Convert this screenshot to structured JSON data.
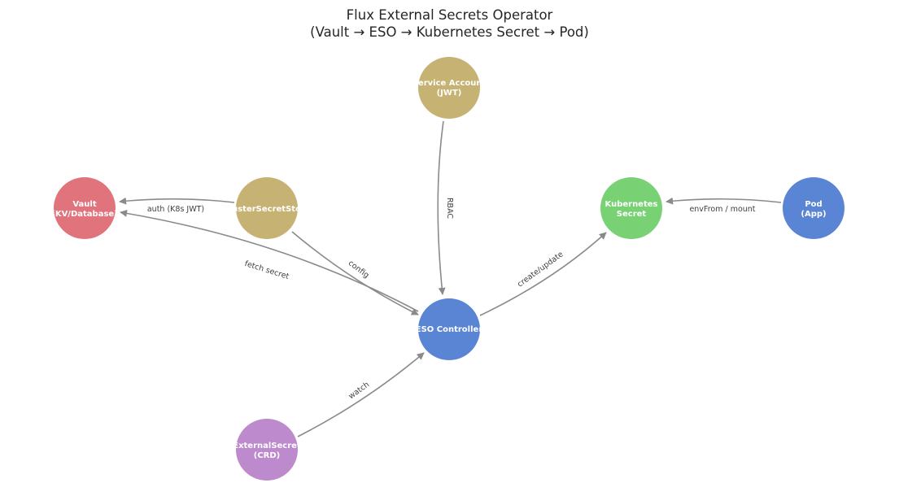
{
  "diagram": {
    "title_line1": "Flux External Secrets Operator",
    "title_line2": "(Vault → ESO → Kubernetes Secret → Pod)",
    "colors": {
      "vault": "#e0737b",
      "store": "#c6b272",
      "service_account": "#c6b272",
      "eso": "#5a84d4",
      "k8s_secret": "#78d173",
      "pod": "#5a84d4",
      "external_secret": "#bc8acd",
      "edge": "#8a8a8a"
    },
    "nodes": {
      "vault": {
        "line1": "Vault",
        "line2": "(KV/Database)"
      },
      "store": {
        "line1": "ClusterSecretStore",
        "line2": ""
      },
      "service_account": {
        "line1": "Service Account",
        "line2": "(JWT)"
      },
      "eso": {
        "line1": "ESO Controller",
        "line2": ""
      },
      "k8s_secret": {
        "line1": "Kubernetes",
        "line2": "Secret"
      },
      "pod": {
        "line1": "Pod",
        "line2": "(App)"
      },
      "external_secret": {
        "line1": "ExternalSecret",
        "line2": "(CRD)"
      }
    },
    "edges": {
      "auth": "auth (K8s JWT)",
      "fetch": "fetch secret",
      "config": "config",
      "rbac": "RBAC",
      "create": "create/update",
      "envfrom": "envFrom / mount",
      "watch": "watch"
    }
  }
}
